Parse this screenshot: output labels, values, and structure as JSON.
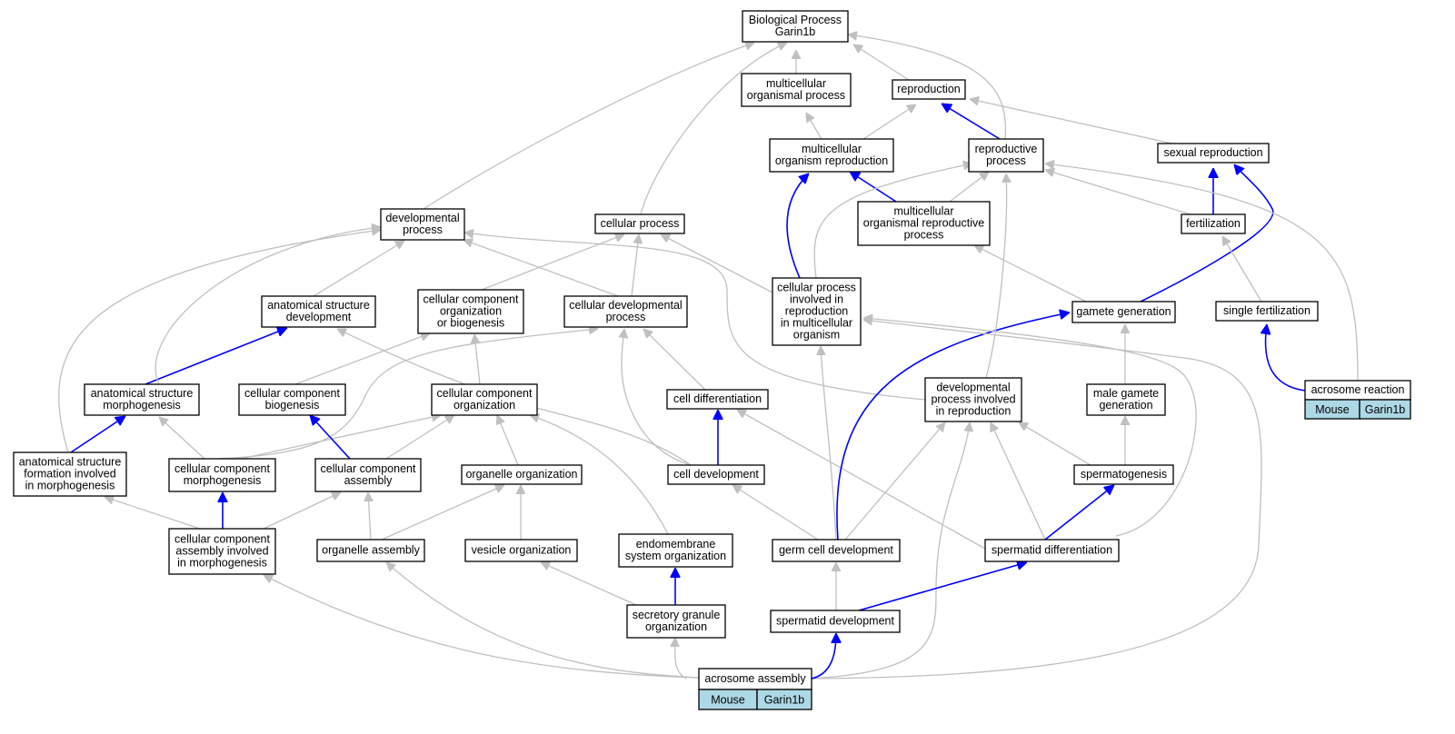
{
  "colors": {
    "highlight_edge": "#0000ff",
    "normal_edge": "#c0c0c0",
    "tag_fill": "#add8e6"
  },
  "nodes": {
    "bp": [
      "Biological Process",
      "Garin1b"
    ],
    "mop": [
      "multicellular",
      "organismal process"
    ],
    "repro": [
      "reproduction"
    ],
    "mor": [
      "multicellular",
      "organism reproduction"
    ],
    "rp": [
      "reproductive",
      "process"
    ],
    "sexrep": [
      "sexual reproduction"
    ],
    "devp": [
      "developmental",
      "process"
    ],
    "cellp": [
      "cellular process"
    ],
    "morp": [
      "multicellular",
      "organismal reproductive",
      "process"
    ],
    "fert": [
      "fertilization"
    ],
    "cpirm": [
      "cellular process",
      "involved in",
      "reproduction",
      "in multicellular",
      "organism"
    ],
    "asd": [
      "anatomical structure",
      "development"
    ],
    "ccob": [
      "cellular component",
      "organization",
      "or biogenesis"
    ],
    "cdp": [
      "cellular developmental",
      "process"
    ],
    "gg": [
      "gamete generation"
    ],
    "sf": [
      "single fertilization"
    ],
    "asm": [
      "anatomical structure",
      "morphogenesis"
    ],
    "ccb": [
      "cellular component",
      "biogenesis"
    ],
    "cco": [
      "cellular component",
      "organization"
    ],
    "celldiff": [
      "cell differentiation"
    ],
    "dpir": [
      "developmental",
      "process involved",
      "in reproduction"
    ],
    "mgg": [
      "male gamete",
      "generation"
    ],
    "ar": [
      "acrosome reaction"
    ],
    "asfim": [
      "anatomical structure",
      "formation involved",
      "in morphogenesis"
    ],
    "ccm": [
      "cellular component",
      "morphogenesis"
    ],
    "cca": [
      "cellular component",
      "assembly"
    ],
    "oo": [
      "organelle organization"
    ],
    "celldev": [
      "cell development"
    ],
    "spgen": [
      "spermatogenesis"
    ],
    "ccaim": [
      "cellular component",
      "assembly involved",
      "in morphogenesis"
    ],
    "oa": [
      "organelle assembly"
    ],
    "vo": [
      "vesicle organization"
    ],
    "eso": [
      "endomembrane",
      "system organization"
    ],
    "gcd": [
      "germ cell development"
    ],
    "spdiff": [
      "spermatid differentiation"
    ],
    "sgo": [
      "secretory granule",
      "organization"
    ],
    "spdev": [
      "spermatid development"
    ],
    "aa": [
      "acrosome assembly"
    ]
  },
  "tags": {
    "ar": [
      "Mouse",
      "Garin1b"
    ],
    "aa": [
      "Mouse",
      "Garin1b"
    ]
  }
}
